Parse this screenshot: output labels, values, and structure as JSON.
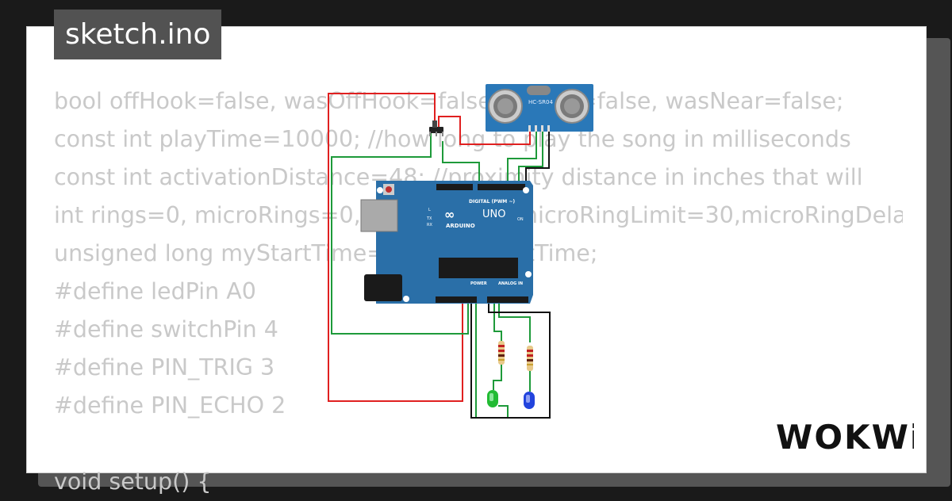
{
  "tab": {
    "title": "sketch.ino"
  },
  "code_lines": [
    "bool offHook=false, wasOffHook=false, isNear=false, wasNear=false;",
    "const int playTime=10000; //how long to play the song in milliseconds",
    "const int activationDistance=48; //proximity distance in inches that will",
    "int rings=0, microRings=0, ringLimit=5, microRingLimit=30,microRingDela",
    "unsigned long myStartTime=0, myCurrentTime;",
    "#define ledPin A0",
    "#define switchPin 4",
    "#define PIN_TRIG 3",
    "#define PIN_ECHO 2",
    "",
    "void setup() {"
  ],
  "board": {
    "brand": "ARDUINO",
    "model": "UNO",
    "digital_label": "DIGITAL (PWM ~)",
    "power_label": "POWER",
    "analog_label": "ANALOG IN",
    "on_label": "ON",
    "tx_label": "TX",
    "rx_label": "RX",
    "l_label": "L"
  },
  "sensor": {
    "label": "HC-SR04"
  },
  "brand_logo": {
    "text": "WOKWi"
  },
  "colors": {
    "board_blue": "#2a6fa8",
    "wire_red": "#e02020",
    "wire_green": "#1e9a3a",
    "wire_black": "#111111",
    "led_green": "#22bb33",
    "led_blue": "#2244dd",
    "code_text": "#c9c9c9",
    "tab_bg": "#525252"
  }
}
